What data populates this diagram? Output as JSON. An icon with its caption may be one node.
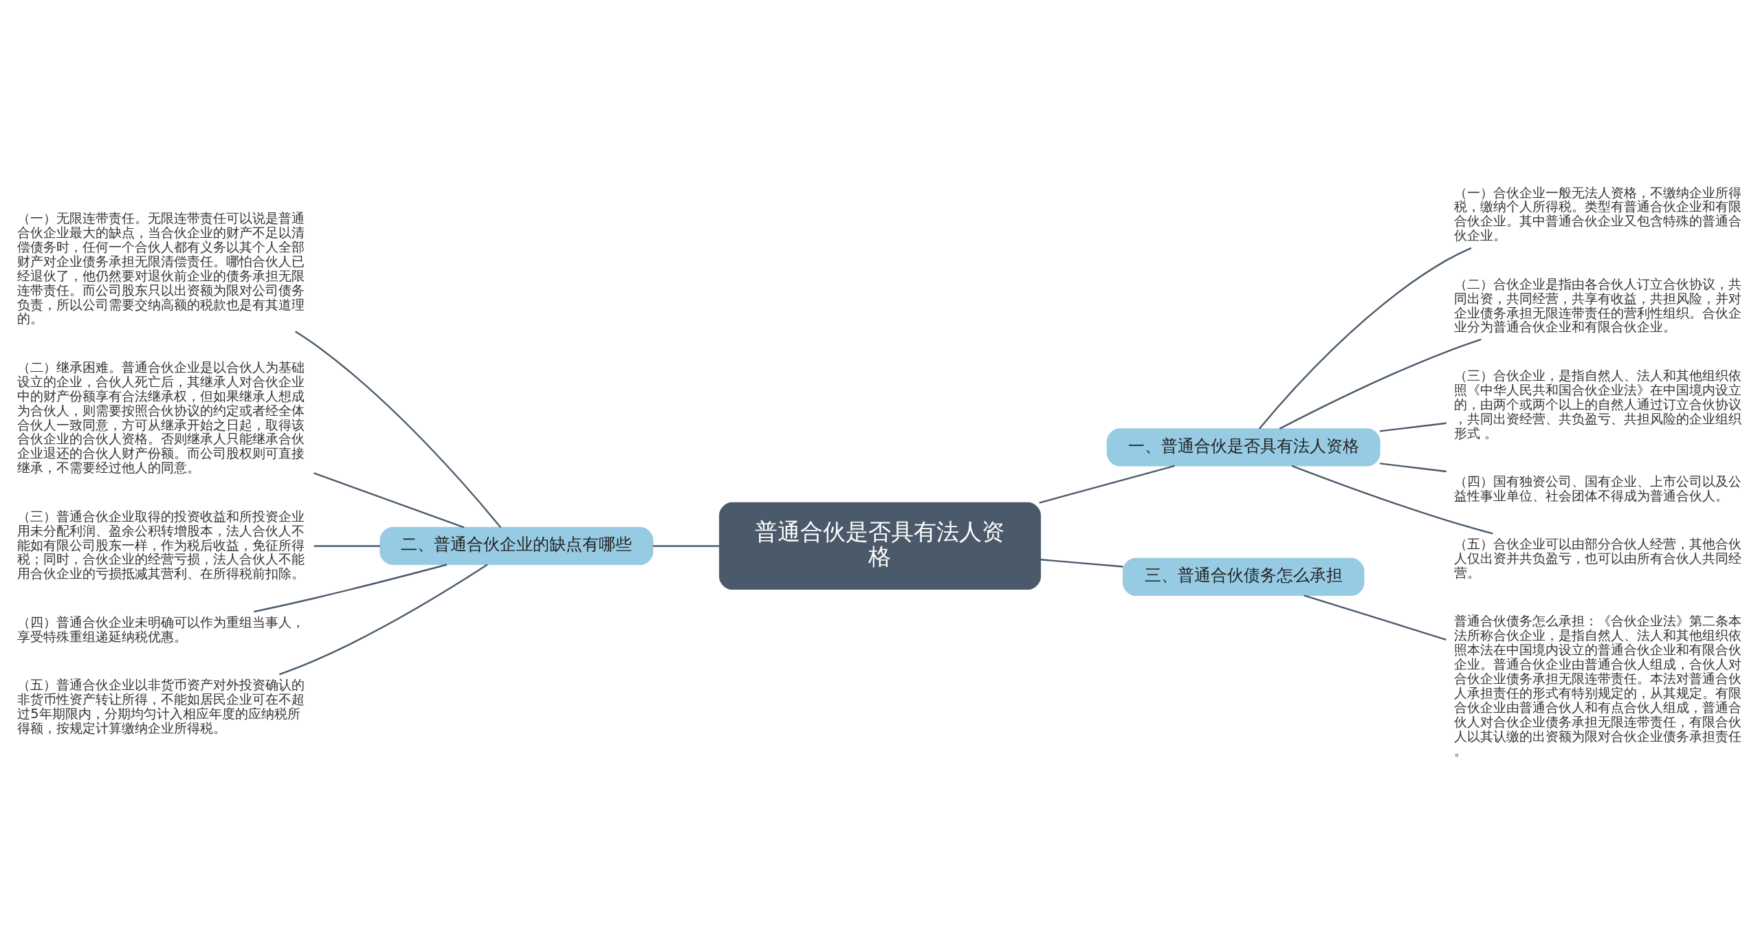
{
  "diagram": {
    "nodes": [
      {
        "text": [
          "普通合伙是否具有法人资格"
        ]
      },
      {
        "text": [
          "一、普通合伙是否具有法人资格"
        ]
      },
      {
        "text": [
          "（一）合伙企业一般无法人资格，不缴纳企业所得税，缴纳个人所得税。类型有普通合伙企业和有限合伙企业。其中普通合伙企业又包含特殊的普通合伙企业。"
        ]
      },
      {
        "text": [
          "（二）合伙企业是指由各合伙人订立合伙协议，共同出资，共同经营，共享有收益，共担风险，并对企业债务承担无限连带责任的营利性组织。合伙企业分为普通合伙企业和有限合伙企业。"
        ]
      },
      {
        "text": [
          "（三）合伙企业，是指自然人、法人和其他组织依照《中华人民共和国合伙企业法》在中国境内设立的，由两个或两个以上的自然人通过订立合伙协议，共同出资经营、共负盈亏、共担风险的企业组织形式 。"
        ]
      },
      {
        "text": [
          "（四）国有独资公司、国有企业、上市公司以及公益性事业单位、社会团体不得成为普通合伙人。"
        ]
      },
      {
        "text": [
          "（五）合伙企业可以由部分合伙人经营，其他合伙人仅出资并共负盈亏，也可以由所有合伙人共同经营。"
        ]
      },
      {
        "text": [
          "二、普通合伙企业的缺点有哪些"
        ]
      },
      {
        "text": [
          "（一）无限连带责任。无限连带责任可以说是普通合伙企业最大的缺点，当合伙企业的财产不足以清偿债务时，任何一个合伙人都有义务以其个人全部财产对企业债务承担无限清偿责任。哪怕合伙人已经退伙了，他仍然要对退伙前企业的债务承担无限连带责任。而公司股东只以出资额为限对公司债务负责，所以公司需要交纳高额的税款也是有其道理的。"
        ]
      },
      {
        "text": [
          "（二）继承困难。普通合伙企业是以合伙人为基础设立的企业，合伙人死亡后，其继承人对合伙企业中的财产份额享有合法继承权，但如果继承人想成为合伙人，则需要按照合伙协议的约定或者经全体合伙人一致同意，方可从继承开始之日起，取得该合伙企业的合伙人资格。否则继承人只能继承合伙企业退还的合伙人财产份额。而公司股权则可直接继承，不需要经过他人的同意。"
        ]
      },
      {
        "text": [
          "（三）普通合伙企业取得的投资收益和所投资企业用未分配利润、盈余公积转增股本，法人合伙人不能如有限公司股东一样，作为税后收益，免征所得税；同时，合伙企业的经营亏损，法人合伙人不能用合伙企业的亏损抵减其营利、在所得税前扣除。"
        ]
      },
      {
        "text": [
          "（四）普通合伙企业未明确可以作为重组当事人，享受特殊重组递延纳税优惠。"
        ]
      },
      {
        "text": [
          "（五）普通合伙企业以非货币资产对外投资确认的非货币性资产转让所得，不能如居民企业可在不超过5年期限内，分期均匀计入相应年度的应纳税所得额，按规定计算缴纳企业所得税。"
        ]
      },
      {
        "text": [
          "三、普通合伙债务怎么承担"
        ]
      },
      {
        "text": [
          "普通合伙债务怎么承担：《合伙企业法》第二条本法所称合伙企业，是指自然人、法人和其他组织依照本法在中国境内设立的普通合伙企业和有限合伙企业。普通合伙企业由普通合伙人组成，合伙人对合伙企业债务承担无限连带责任。本法对普通合伙人承担责任的形式有特别规定的，从其规定。有限合伙企业由普通合伙人和有点合伙人组成，普通合伙人对合伙企业债务承担无限连带责任，有限合伙人以其认缴的出资额为限对合伙企业债务承担责任。"
        ]
      }
    ],
    "edges": [
      {
        "from": 0,
        "to": 1,
        "arrow": "none"
      },
      {
        "from": 1,
        "to": 2,
        "arrow": "none"
      },
      {
        "from": 1,
        "to": 3,
        "arrow": "none"
      },
      {
        "from": 1,
        "to": 4,
        "arrow": "none"
      },
      {
        "from": 1,
        "to": 5,
        "arrow": "none"
      },
      {
        "from": 1,
        "to": 6,
        "arrow": "none"
      },
      {
        "from": 0,
        "to": 7,
        "arrow": "none"
      },
      {
        "from": 7,
        "to": 8,
        "arrow": "none"
      },
      {
        "from": 7,
        "to": 9,
        "arrow": "none"
      },
      {
        "from": 7,
        "to": 10,
        "arrow": "none"
      },
      {
        "from": 7,
        "to": 11,
        "arrow": "none"
      },
      {
        "from": 7,
        "to": 12,
        "arrow": "none"
      },
      {
        "from": 0,
        "to": 13,
        "arrow": "none"
      },
      {
        "from": 13,
        "to": 14,
        "arrow": "none"
      }
    ]
  }
}
